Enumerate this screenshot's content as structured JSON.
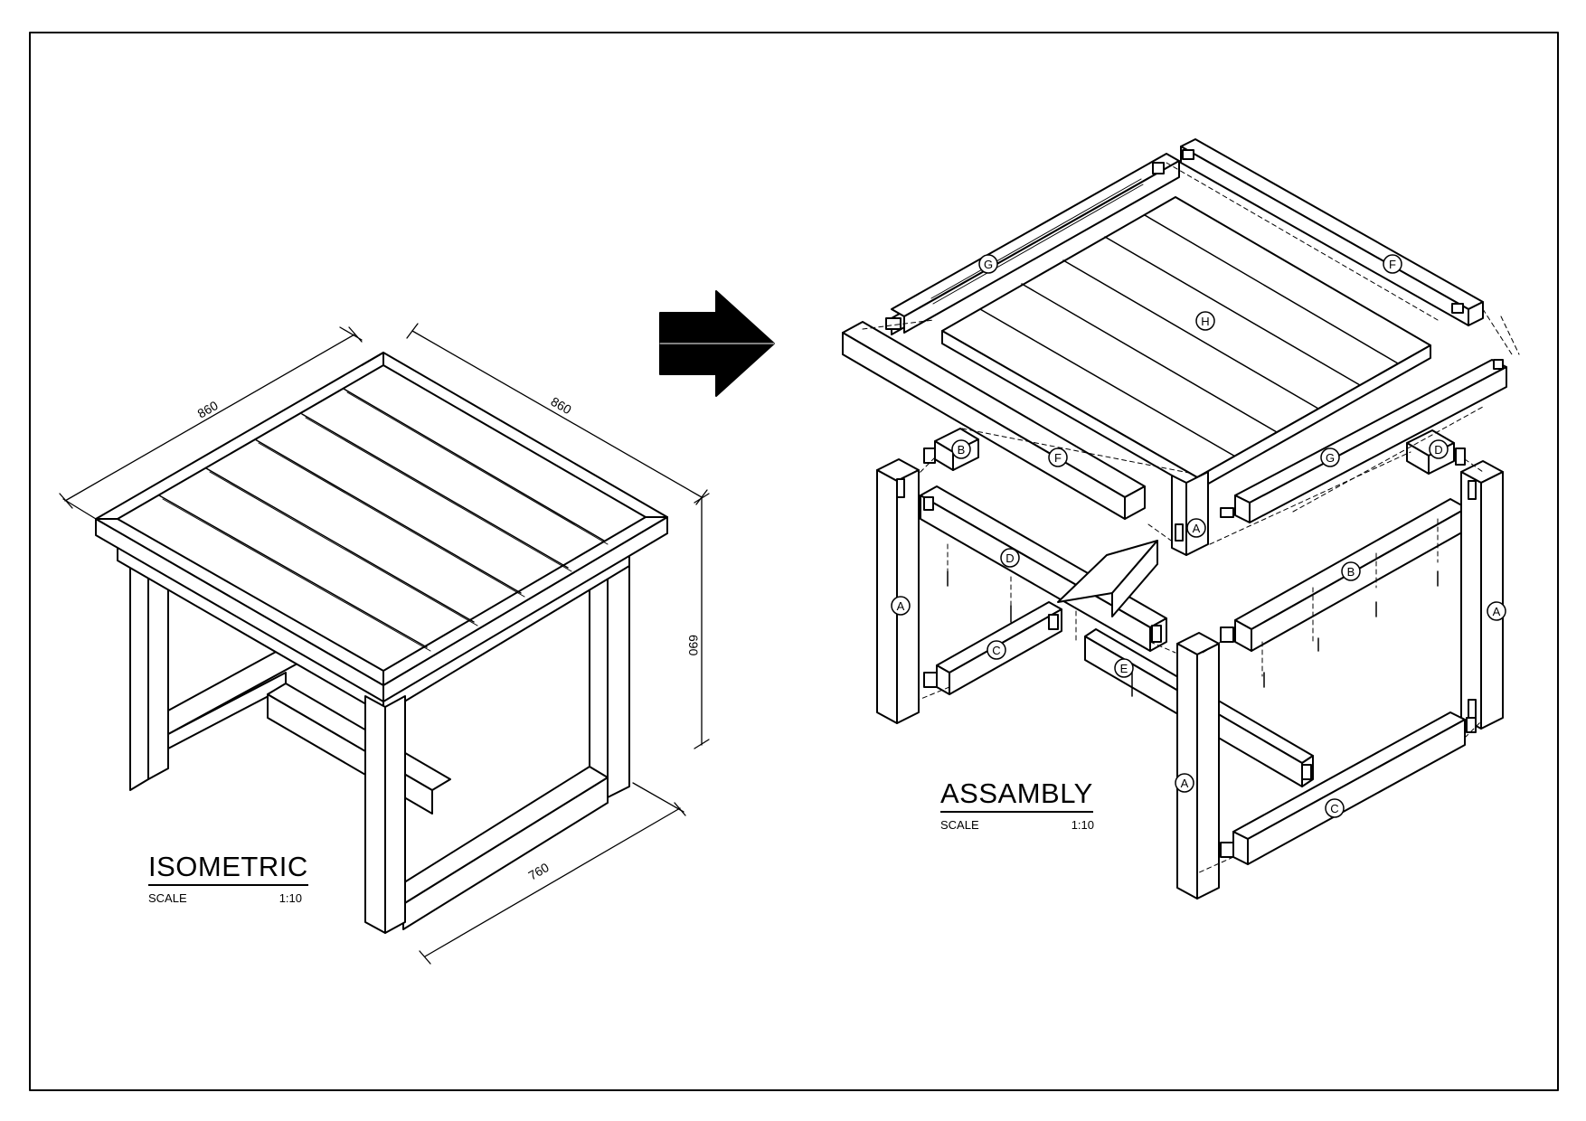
{
  "sheet": {
    "isometric": {
      "title": "ISOMETRIC",
      "scale_label": "SCALE",
      "scale_value": "1:10"
    },
    "assembly": {
      "title": "ASSAMBLY",
      "scale_label": "SCALE",
      "scale_value": "1:10"
    },
    "dimensions": {
      "width_left": "860",
      "width_right": "860",
      "height": "690",
      "depth": "760"
    },
    "part_labels": {
      "A": "A",
      "B": "B",
      "C": "C",
      "D": "D",
      "E": "E",
      "F": "F",
      "G": "G",
      "H": "H"
    },
    "colors": {
      "ink": "#000000",
      "paper": "#ffffff"
    }
  }
}
